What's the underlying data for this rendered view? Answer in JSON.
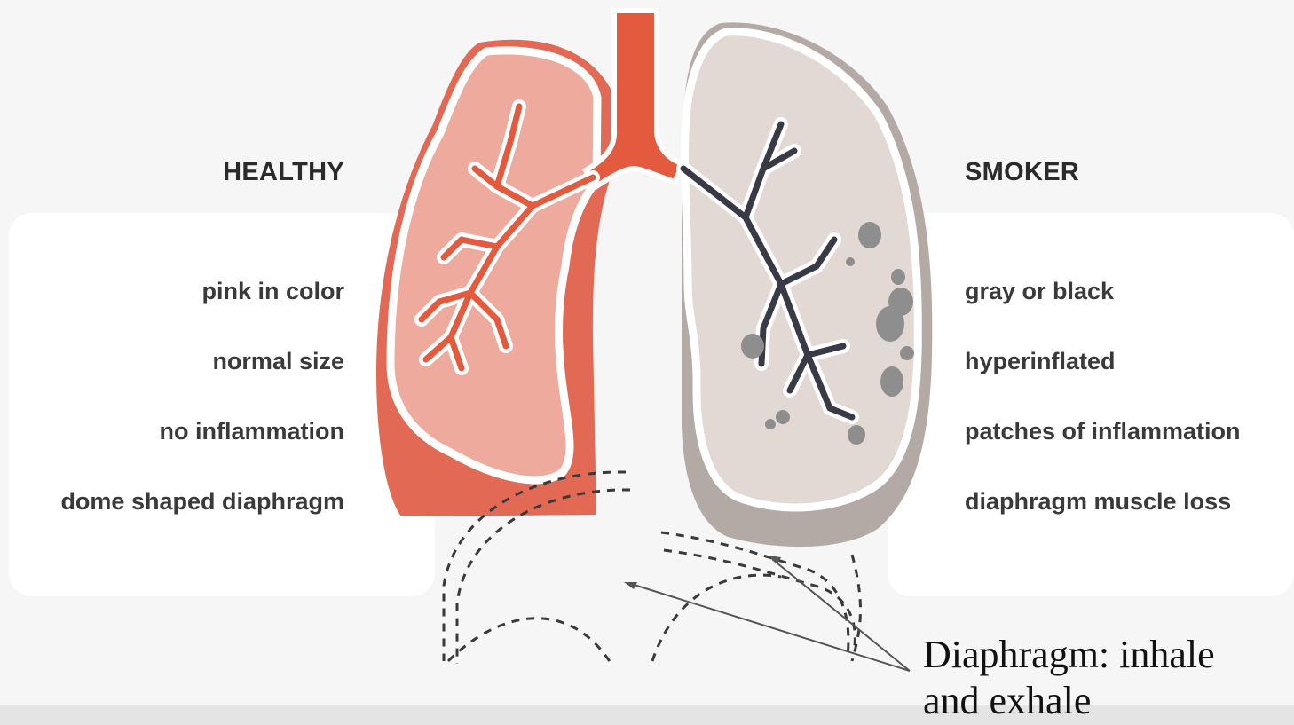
{
  "healthy": {
    "heading": "HEALTHY",
    "traits": [
      "pink in color",
      "normal size",
      "no inflammation",
      "dome shaped diaphragm"
    ]
  },
  "smoker": {
    "heading": "SMOKER",
    "traits": [
      "gray or black",
      "hyperinflated",
      "patches of inflammation",
      "diaphragm muscle loss"
    ]
  },
  "annotation": {
    "line1": "Diaphragm: inhale",
    "line2": "and exhale"
  },
  "colors": {
    "healthy_outer": "#e26a55",
    "healthy_inner": "#eeaa9c",
    "trachea": "#e35a3f",
    "smoker_outer": "#b3aaa6",
    "smoker_inner": "#e2d9d5",
    "smoker_bronchi": "#3a3a46",
    "patches": "#8e8e8e"
  }
}
